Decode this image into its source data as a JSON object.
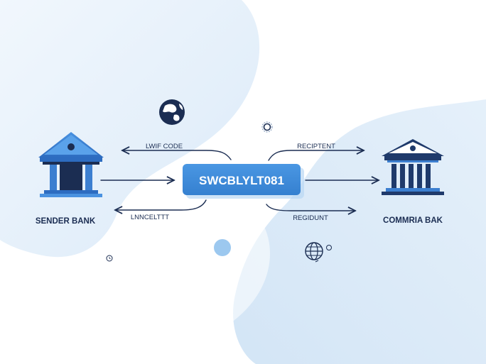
{
  "colors": {
    "background": "#ffffff",
    "blob_light": "#eaf3fb",
    "blob_mid": "#d9e9f7",
    "accent_blue": "#3d8ad9",
    "code_box": "#3f8ddb",
    "navy": "#1b2d52",
    "sender_bank": "#3c7fd0",
    "recipient_bank": "#1f3a6b"
  },
  "swift_code": {
    "value": "SWCBLYLT081"
  },
  "banks": {
    "sender": {
      "label": "SENDER BANK",
      "icon": "bank-building-icon"
    },
    "recipient": {
      "label": "COMMRIA BAK",
      "icon": "bank-building-icon"
    }
  },
  "arrows": {
    "top_left": "LWIF CODE",
    "bottom_left": "LNNCELTTT",
    "top_right": "RECIPTENT",
    "bottom_right": "REGIDUNT"
  },
  "decorations": {
    "top": "globe-icon",
    "top_small": "ring-icon",
    "bottom": "currency-globe-icon",
    "dot": "dot-icon"
  }
}
